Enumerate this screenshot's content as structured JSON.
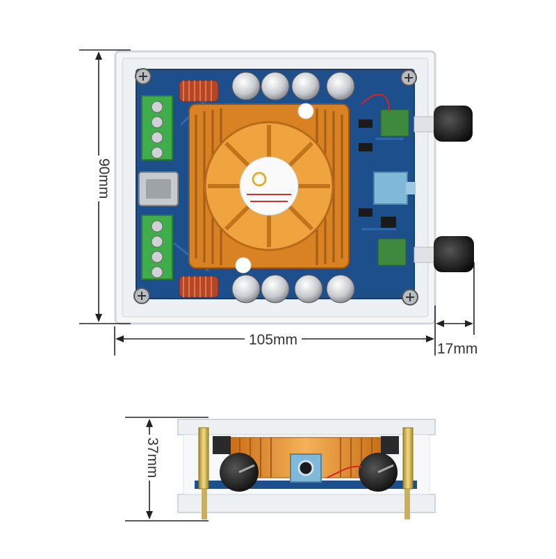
{
  "dimensions": {
    "width": "105mm",
    "height": "90mm",
    "knob_protrusion": "17mm",
    "depth": "37mm"
  },
  "colors": {
    "pcb": "#1d4f8c",
    "heatsink": "#e8932e",
    "terminal": "#3fae4a",
    "knob": "#111111",
    "dimension_line": "#222222",
    "acrylic_edge": "#cfd6dc"
  }
}
